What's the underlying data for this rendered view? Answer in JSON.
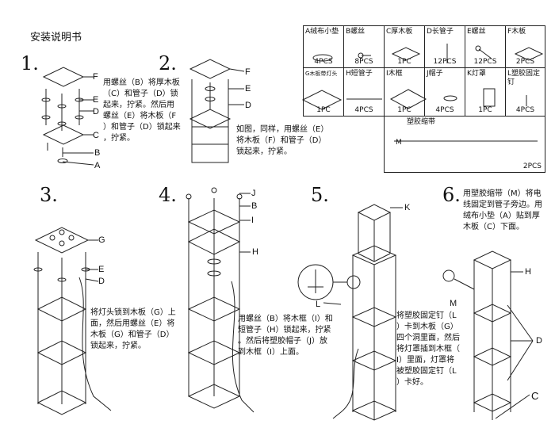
{
  "header": {
    "title": "安装说明书"
  },
  "steps": [
    {
      "num": "1.",
      "text": [
        "用螺丝（B）将厚木板",
        "（C）和管子（D）锁",
        "起来，拧紧。然后用",
        "螺丝（E）将木板（F",
        "）和管子（D）锁起来",
        "，拧紧。"
      ]
    },
    {
      "num": "2.",
      "text": [
        "如图，同样，用螺丝（E）",
        "将木板（F）和管子（D）",
        "锁起来，拧紧。"
      ]
    },
    {
      "num": "3.",
      "text": [
        "将灯头锁到木板（G）上",
        "面，然后用螺丝（E）将",
        "木板（G）和管子（D）",
        "锁起来，拧紧。"
      ]
    },
    {
      "num": "4.",
      "text": [
        "用螺丝（B）将木框（I）和",
        "短管子（H）锁起来，拧紧",
        "。然后将塑胶帽子（J）放",
        "到木框（I）上面。"
      ]
    },
    {
      "num": "5.",
      "text": [
        "将塑胶固定钉（L",
        "）卡到木板（G）",
        "四个洞里面，然后",
        "将灯罩插到木框（",
        "I）里面，灯罩将",
        "被塑胶固定钉（L",
        "）卡好。"
      ]
    },
    {
      "num": "6.",
      "text": [
        "用塑胶缩带（M）将电",
        "线固定到管子旁边。用",
        "绒布小垫（A）贴到厚",
        "木板（C）下面。"
      ]
    }
  ],
  "callouts": {
    "s1": [
      "F",
      "E",
      "D",
      "C",
      "B",
      "A"
    ],
    "s2": [
      "F",
      "E",
      "D"
    ],
    "s3": [
      "G",
      "E",
      "D"
    ],
    "s4": [
      "J",
      "B",
      "I",
      "H"
    ],
    "s5": [
      "K",
      "L"
    ],
    "s6": [
      "H",
      "M",
      "D",
      "C"
    ]
  },
  "parts": [
    {
      "name": "A绒布小垫",
      "qty": "4PCS"
    },
    {
      "name": "B螺丝",
      "qty": "8PCS"
    },
    {
      "name": "C厚木板",
      "qty": "1PC"
    },
    {
      "name": "D长管子",
      "qty": "12PCS"
    },
    {
      "name": "E螺丝",
      "qty": "12PCS"
    },
    {
      "name": "F木板",
      "qty": "2PCS"
    },
    {
      "name": "G木板带灯头",
      "qty": "1PC"
    },
    {
      "name": "H短管子",
      "qty": "4PCS"
    },
    {
      "name": "I木框",
      "qty": "1PC"
    },
    {
      "name": "J帽子",
      "qty": "4PCS"
    },
    {
      "name": "K灯罩",
      "qty": "1PC"
    },
    {
      "name": "L塑胶固定钉",
      "qty": "4PCS"
    },
    {
      "name": "塑胶缩带",
      "qty": "2PCS",
      "code": "M"
    }
  ]
}
